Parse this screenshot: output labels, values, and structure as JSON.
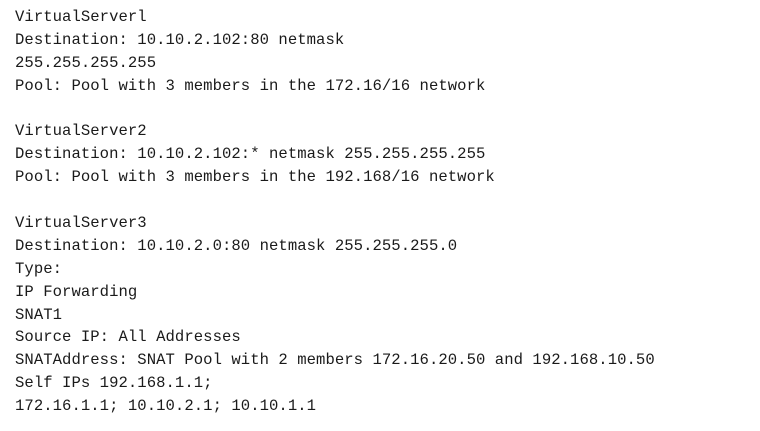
{
  "blocks": [
    {
      "lines": [
        "VirtualServerl",
        "Destination: 10.10.2.102:80 netmask",
        "255.255.255.255",
        "Pool: Pool with 3 members in the 172.16/16 network"
      ]
    },
    {
      "lines": [
        "VirtualServer2",
        "Destination: 10.10.2.102:* netmask 255.255.255.255",
        "Pool: Pool with 3 members in the 192.168/16 network"
      ]
    },
    {
      "lines": [
        "VirtualServer3",
        "Destination: 10.10.2.0:80 netmask 255.255.255.0",
        "Type:",
        "IP Forwarding",
        "SNAT1",
        "Source IP: All Addresses",
        "SNATAddress: SNAT Pool with 2 members 172.16.20.50 and 192.168.10.50",
        "Self IPs 192.168.1.1;",
        "172.16.1.1; 10.10.2.1; 10.10.1.1"
      ]
    }
  ]
}
